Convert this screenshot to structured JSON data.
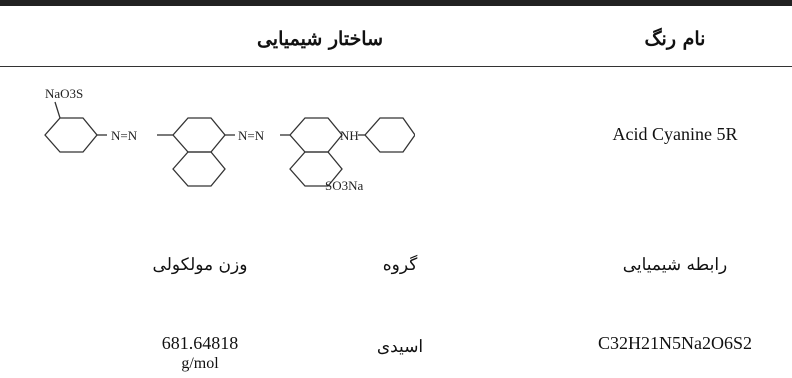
{
  "table": {
    "header": {
      "col_structure": "ساختار شیمیایی",
      "col_name": "نام رنگ"
    },
    "row1": {
      "dye_name": "Acid Cyanine 5R",
      "structure_icon": "chemical-structure-diagram",
      "structure_labels": {
        "left_group": "NaO3S",
        "azo1": "N=N",
        "azo2": "N=N",
        "amine": "NH",
        "sulfonate": "SO3Na"
      }
    },
    "row2": {
      "molecular_weight_label": "وزن مولکولی",
      "group_label": "گروه",
      "formula_label": "رابطه شیمیایی"
    },
    "row3": {
      "molecular_weight": "681.64818",
      "molecular_weight_unit": "g/mol",
      "group": "اسیدی",
      "formula": "C32H21N5Na2O6S2"
    }
  }
}
